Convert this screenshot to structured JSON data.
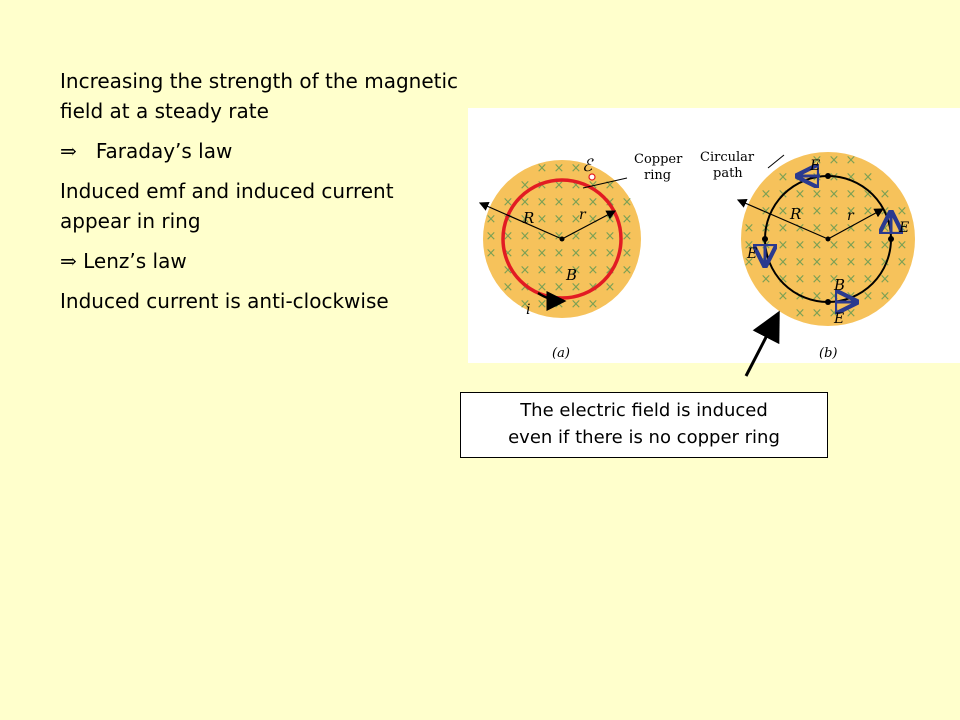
{
  "left": {
    "line1": "Increasing the strength of the magnetic field at a steady rate",
    "line2_symbol": "⇒",
    "line2": "Faraday’s law",
    "line3": "Induced emf and induced current appear in ring",
    "line4_symbol": "⇒",
    "line4": "Lenz’s law",
    "line5": "Induced current is anti-clockwise"
  },
  "figure": {
    "label_a": "(a)",
    "label_b": "(b)",
    "copper_ring_l1": "Copper",
    "copper_ring_l2": "ring",
    "circular_path_l1": "Circular",
    "circular_path_l2": "path",
    "R": "R",
    "r": "r",
    "B": "B",
    "E": "E",
    "emf": "ℰ",
    "i": "i",
    "cross": "×",
    "disk_color": "#f6c25b",
    "ring_color": "#e21b23",
    "arrow_color": "#2b3a8f"
  },
  "callout": {
    "line1": "The electric field is induced",
    "line2": "even if there is no copper ring"
  }
}
